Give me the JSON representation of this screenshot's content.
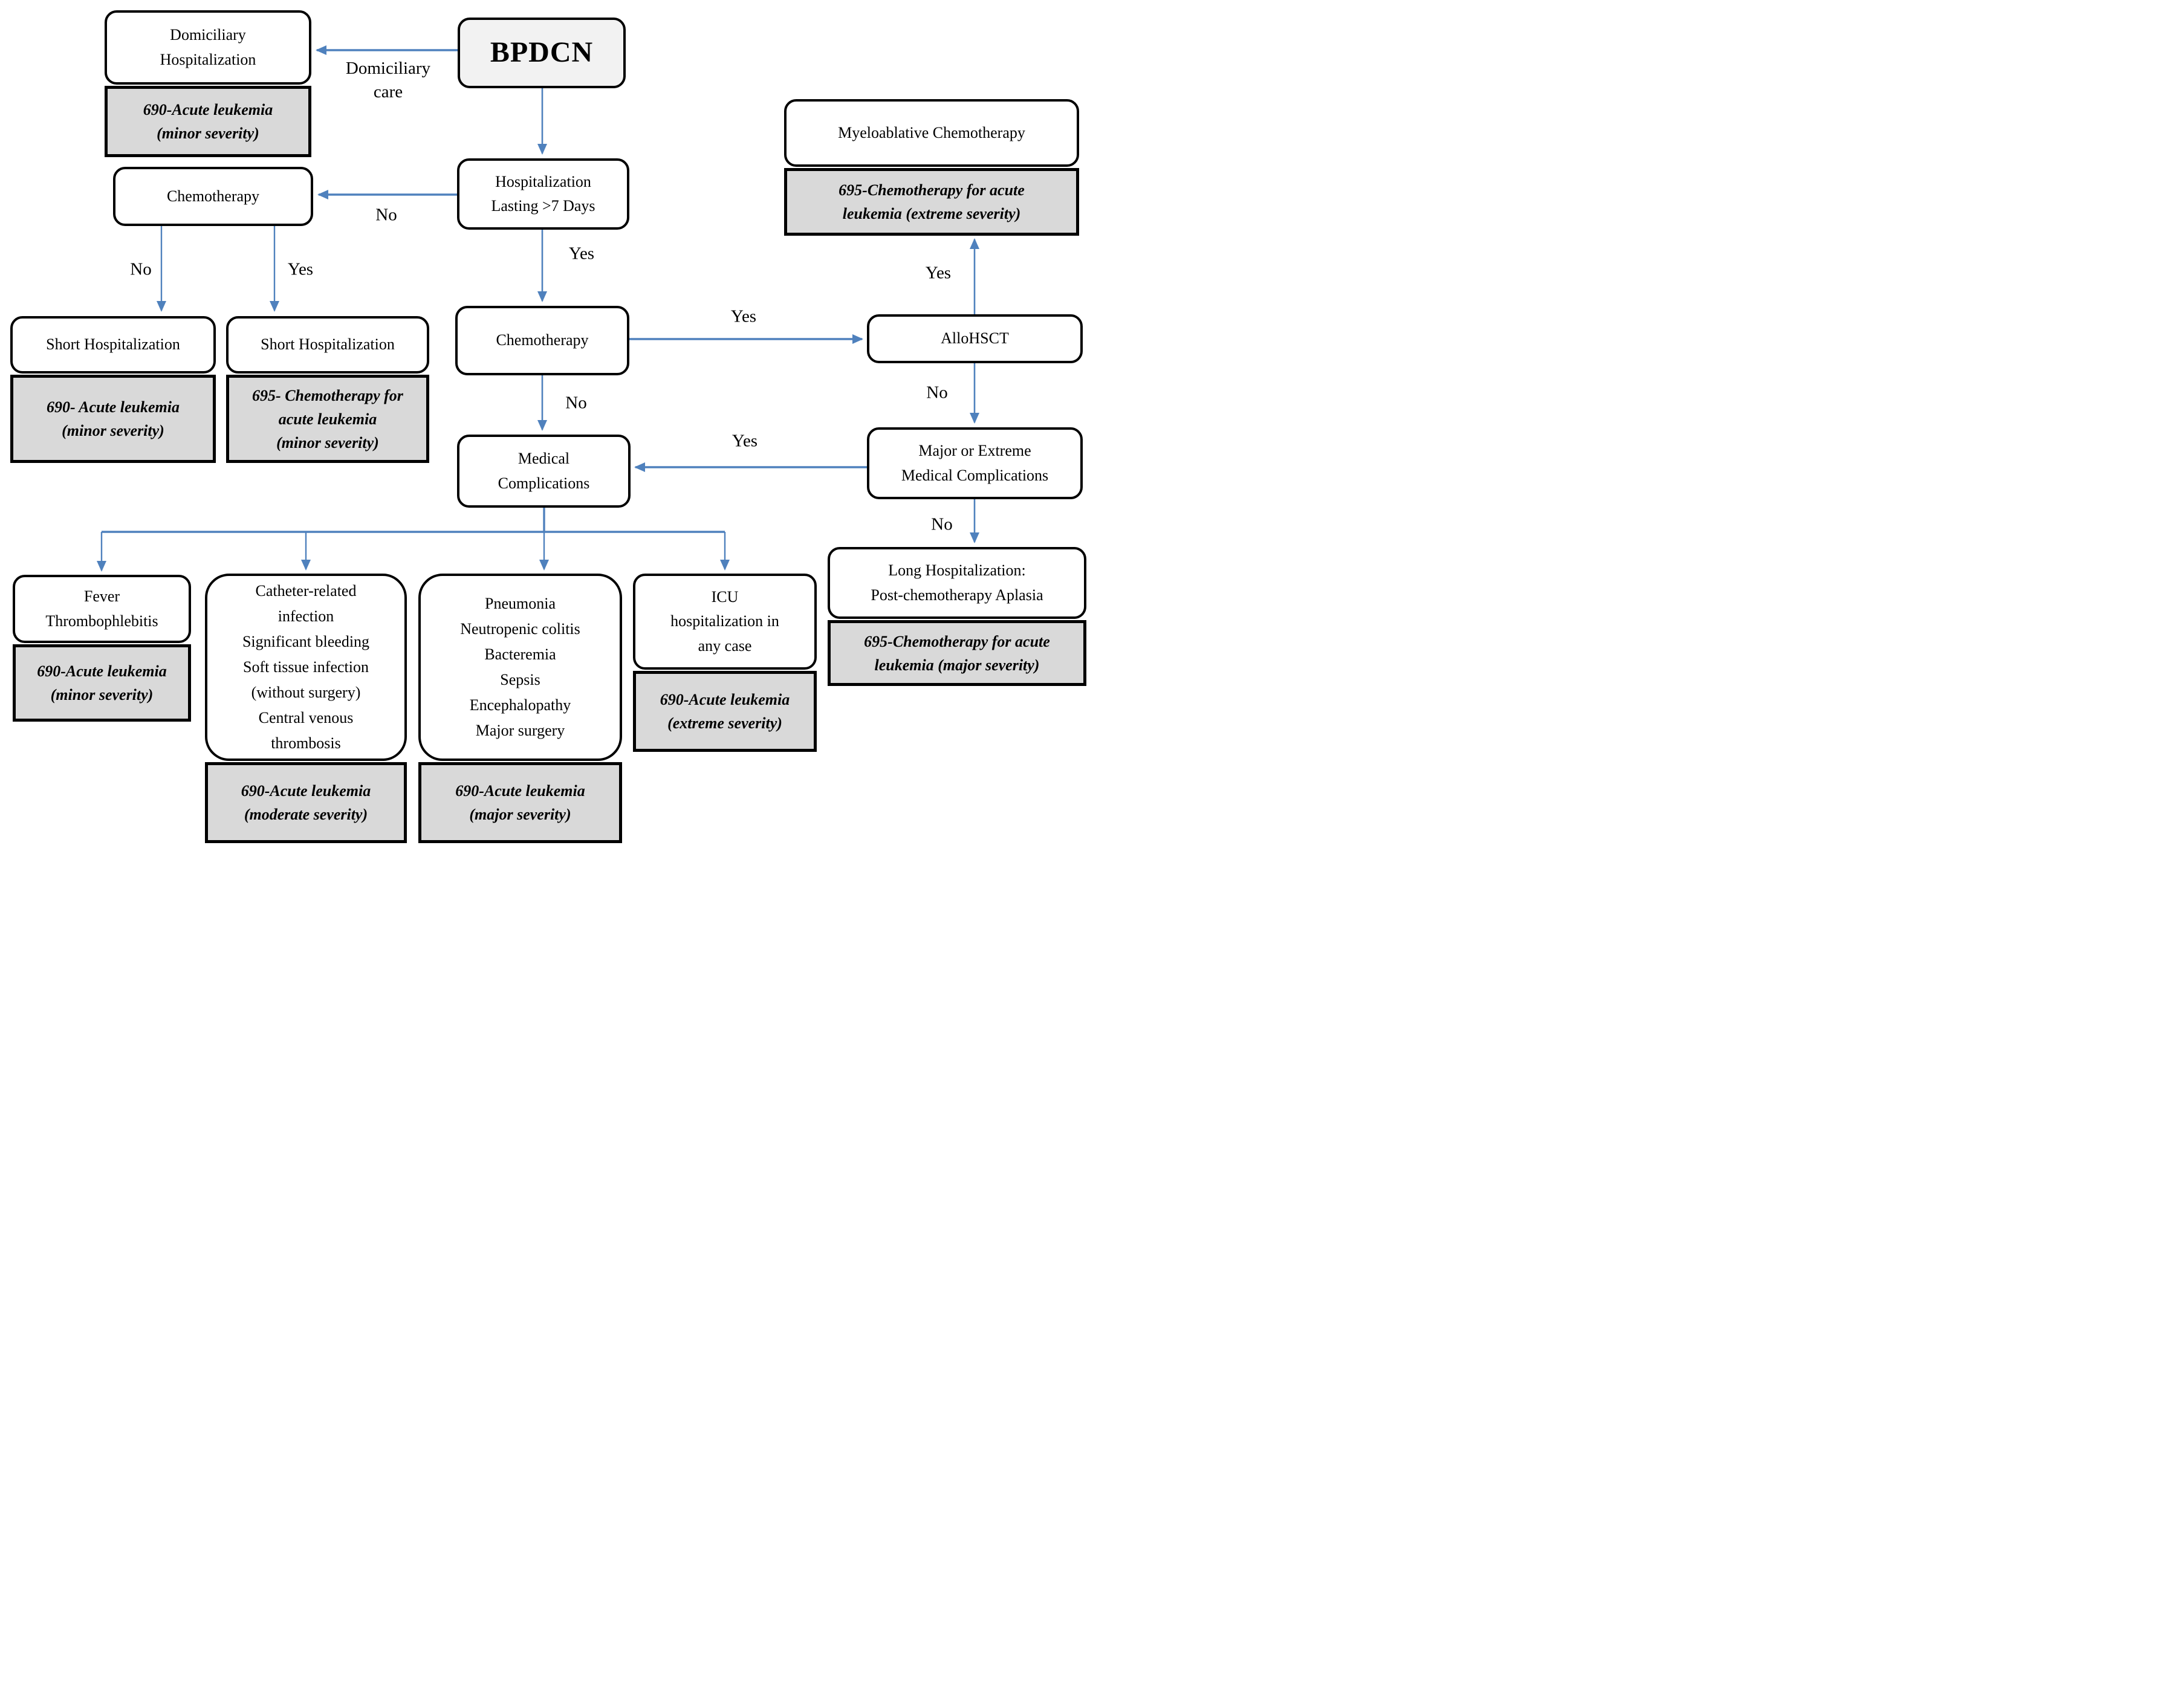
{
  "colors": {
    "arrow": "#4f81bd",
    "node_fill": "#ffffff",
    "root_fill": "#f2f2f2",
    "code_fill": "#d9d9d9",
    "border": "#000000"
  },
  "nodes": {
    "root": "BPDCN",
    "domiciliary_hospitalization": "Domiciliary\nHospitalization",
    "code_domiciliary": "690-Acute leukemia\n(minor severity)",
    "hospitalization_7days": "Hospitalization\nLasting >7 Days",
    "chemo_left": "Chemotherapy",
    "short_hosp_1": "Short Hospitalization",
    "code_short_1": "690- Acute leukemia\n(minor severity)",
    "short_hosp_2": "Short Hospitalization",
    "code_short_2": "695- Chemotherapy for\nacute leukemia\n(minor severity)",
    "chemo_center": "Chemotherapy",
    "allohsct": "AlloHSCT",
    "myeloablative": "Myeloablative Chemotherapy",
    "code_myeloablative": "695-Chemotherapy for acute\nleukemia (extreme severity)",
    "major_extreme": "Major or Extreme\nMedical Complications",
    "medical_complications": "Medical\nComplications",
    "long_hosp": "Long Hospitalization:\nPost-chemotherapy Aplasia",
    "code_long_hosp": "695-Chemotherapy for acute\nleukemia (major severity)",
    "fever": "Fever\nThrombophlebitis",
    "code_fever": "690-Acute leukemia\n(minor severity)",
    "catheter": "Catheter-related\ninfection\nSignificant bleeding\nSoft tissue infection\n(without surgery)\nCentral venous\nthrombosis",
    "code_catheter": "690-Acute leukemia\n(moderate severity)",
    "pneumonia": "Pneumonia\nNeutropenic colitis\nBacteremia\nSepsis\nEncephalopathy\nMajor surgery",
    "code_pneumonia": "690-Acute leukemia\n(major severity)",
    "icu": "ICU\nhospitalization in\nany case",
    "code_icu": "690-Acute leukemia\n(extreme severity)"
  },
  "edge_labels": {
    "domiciliary_care": "Domiciliary\ncare",
    "hosp_to_chemo_no": "No",
    "chemo_left_no": "No",
    "chemo_left_yes": "Yes",
    "hosp_yes": "Yes",
    "chemo_to_allohsct_yes": "Yes",
    "allohsct_up_yes": "Yes",
    "allohsct_down_no": "No",
    "major_to_medical_yes": "Yes",
    "chemo_center_down_no": "No",
    "major_down_no": "No"
  }
}
